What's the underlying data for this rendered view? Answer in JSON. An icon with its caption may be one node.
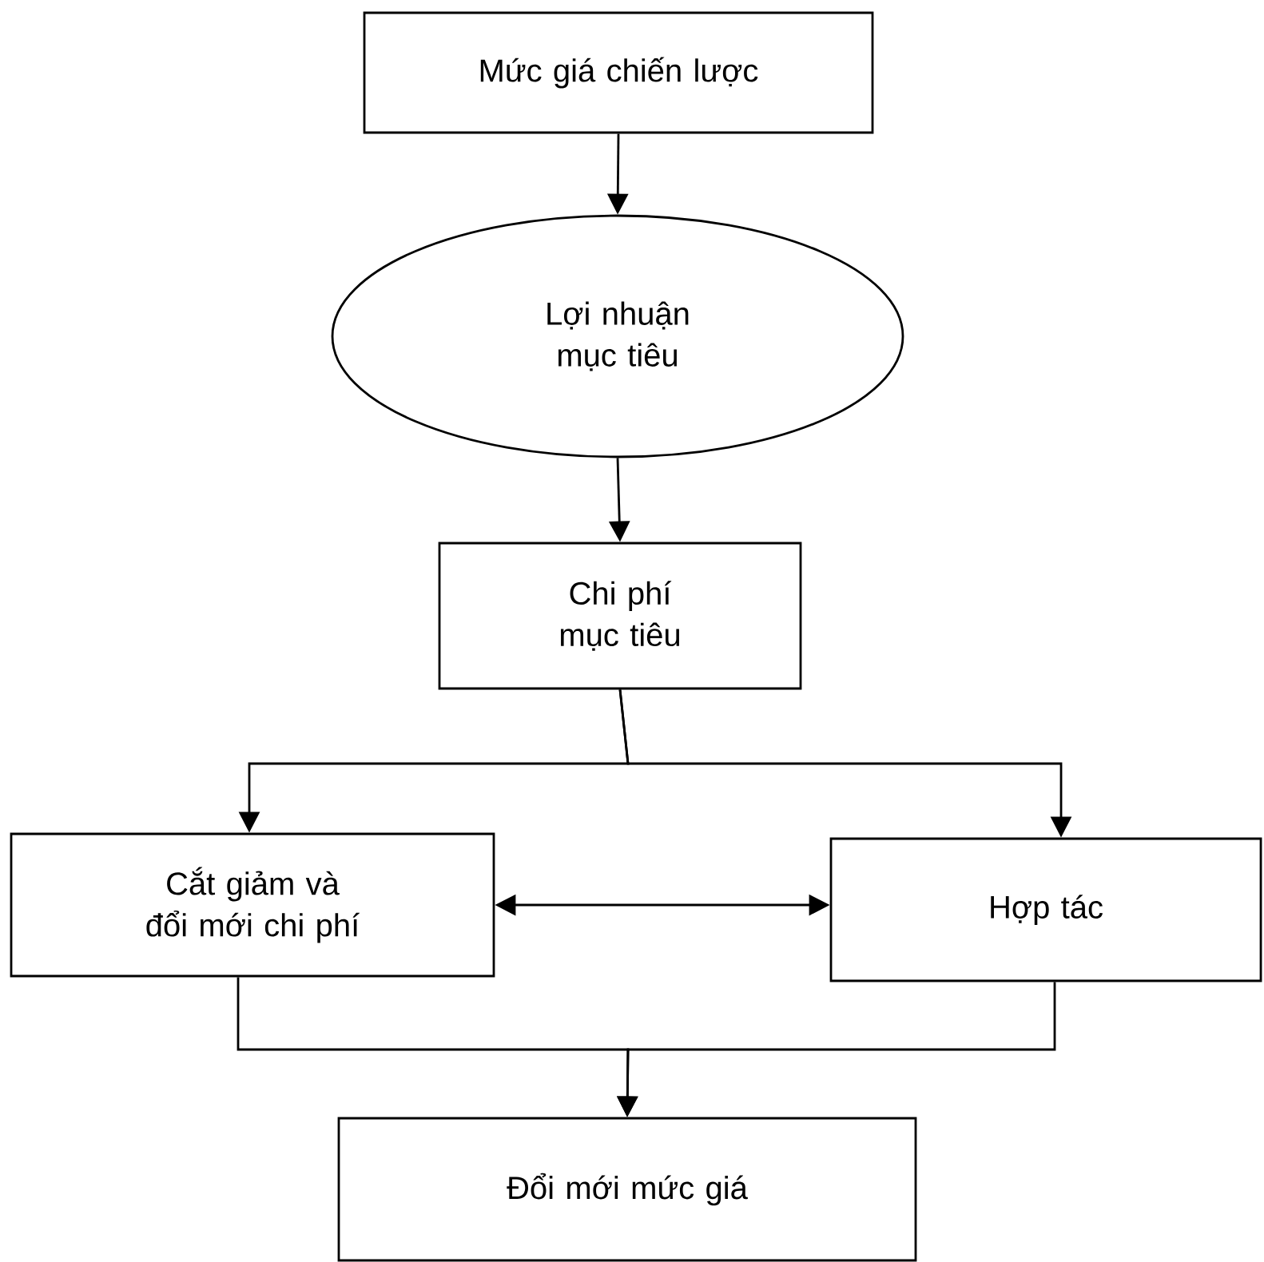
{
  "diagram": {
    "nodes": [
      {
        "text": [
          "Mức giá chiến lược"
        ]
      },
      {
        "text": [
          "Lợi nhuận mục tiêu"
        ]
      },
      {
        "text": [
          "Chi phí mục tiêu"
        ]
      },
      {
        "text": [
          "Cắt giảm và đổi mới chi phí"
        ]
      },
      {
        "text": [
          "Hợp tác"
        ]
      },
      {
        "text": [
          "Đổi mới mức giá"
        ]
      }
    ],
    "edges": [
      {
        "from": 0,
        "to": 1,
        "arrow": "to"
      },
      {
        "from": 1,
        "to": 2,
        "arrow": "to"
      },
      {
        "from": 2,
        "to": 3,
        "arrow": "to"
      },
      {
        "from": 2,
        "to": 4,
        "arrow": "to"
      },
      {
        "from": 3,
        "to": 4,
        "arrow": "both"
      },
      {
        "from": 3,
        "to": 5,
        "arrow": "to"
      },
      {
        "from": 4,
        "to": 5,
        "arrow": "to"
      }
    ]
  }
}
